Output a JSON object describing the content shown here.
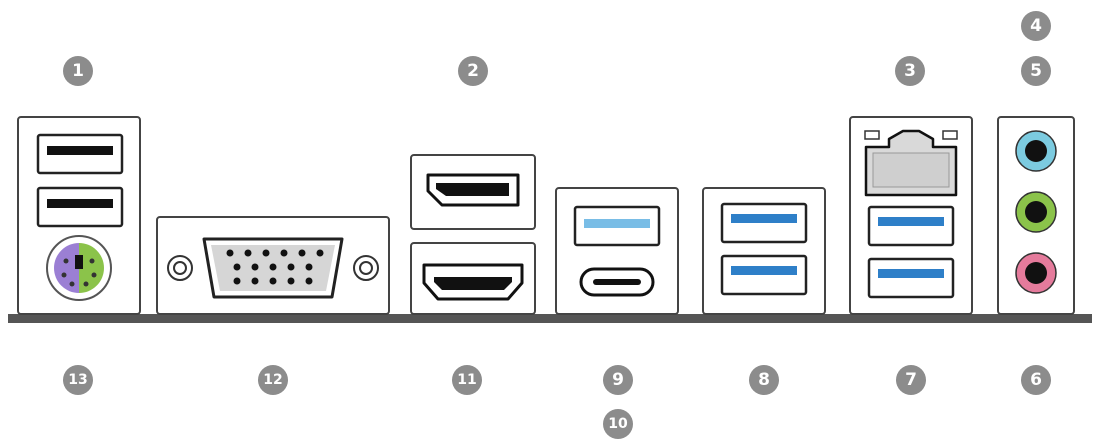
{
  "callouts": {
    "top": [
      "1",
      "2",
      "3",
      "4",
      "5"
    ],
    "bottom": [
      "13",
      "12",
      "11",
      "9",
      "10",
      "8",
      "7",
      "6"
    ]
  },
  "colors": {
    "callout": "#8c8c8c",
    "usb3": "#2e7fc8",
    "usb32": "#79bde6",
    "line_in": "#7ccbe0",
    "line_out": "#8bc34a",
    "mic_in": "#e57b9c",
    "ps2_kb": "#9b7fd4",
    "ps2_mouse": "#8bc34a",
    "baseline": "#555555"
  },
  "ports": [
    {
      "name": "usb2-top",
      "icon": "usb-a-icon"
    },
    {
      "name": "usb2-bottom",
      "icon": "usb-a-icon"
    },
    {
      "name": "ps2-combo",
      "icon": "ps2-icon"
    },
    {
      "name": "vga",
      "icon": "vga-icon"
    },
    {
      "name": "displayport",
      "icon": "displayport-icon"
    },
    {
      "name": "hdmi",
      "icon": "hdmi-icon"
    },
    {
      "name": "usb32-a",
      "icon": "usb-a-icon"
    },
    {
      "name": "usb-c",
      "icon": "usb-c-icon"
    },
    {
      "name": "usb3-pair",
      "icon": "usb-a-icon"
    },
    {
      "name": "lan",
      "icon": "rj45-icon"
    },
    {
      "name": "usb3-under-lan",
      "icon": "usb-a-icon"
    },
    {
      "name": "audio-jacks",
      "icon": "audio-jack-icon"
    }
  ]
}
